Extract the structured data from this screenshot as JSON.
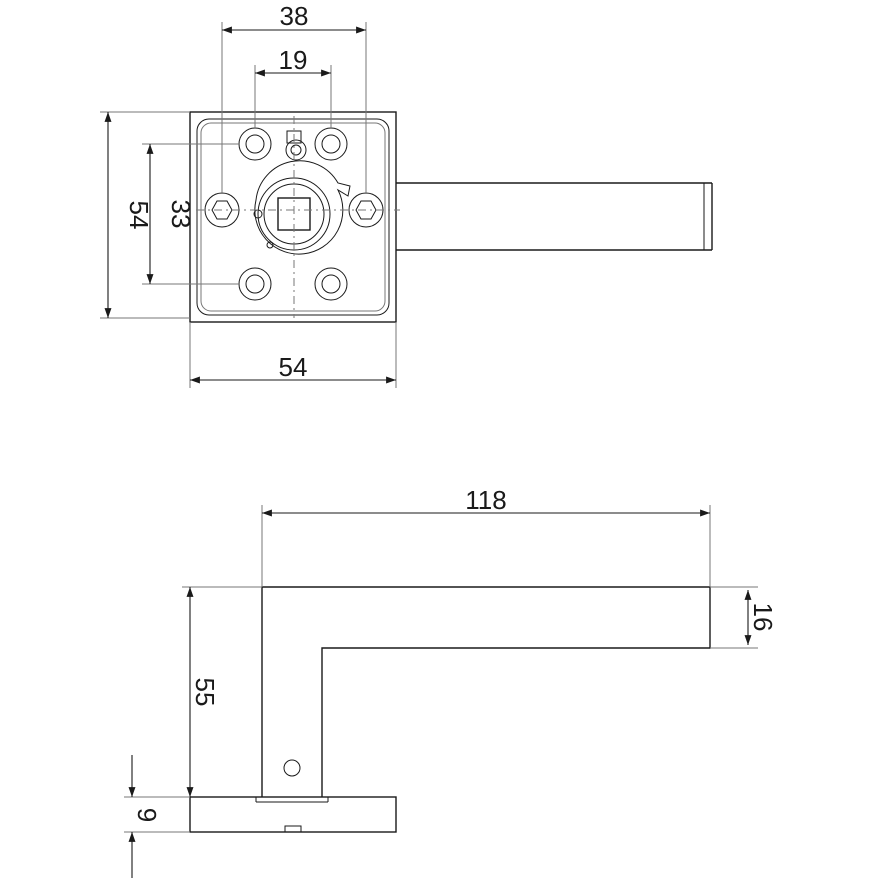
{
  "dimensions": {
    "top_width_outer": "38",
    "top_width_inner": "19",
    "rose_height": "54",
    "hole_spacing": "33",
    "rose_width": "54",
    "lever_length": "118",
    "lever_thickness": "16",
    "lever_height": "55",
    "rose_thickness": "9"
  },
  "colors": {
    "line": "#1a1a1a",
    "background": "#ffffff"
  }
}
